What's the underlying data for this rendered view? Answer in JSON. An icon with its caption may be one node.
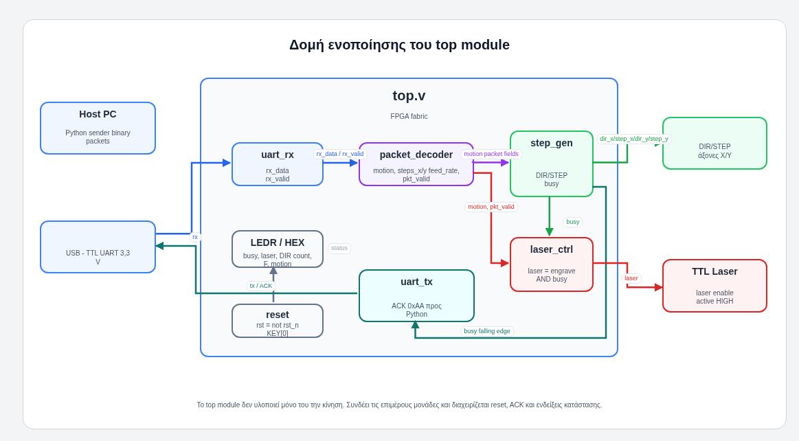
{
  "diagram": {
    "title": "Δομή ενοποίησης του top module",
    "caption": "Το top module δεν υλοποιεί μόνο του την κίνηση. Συνδέει τις επιμέρους μονάδες και διαχειρίζεται reset, ACK και ενδείξεις κατάστασης.",
    "nodes": [
      {
        "text": [
          "Host PC",
          "Python sender binary packets"
        ]
      },
      {
        "text": [
          "USB - TTL UART 3,3 V"
        ]
      },
      {
        "text": [
          "top.v",
          "FPGA fabric"
        ]
      },
      {
        "text": [
          "uart_rx",
          "rx_data rx_valid"
        ],
        "in": 2
      },
      {
        "text": [
          "packet_decoder",
          "motion, steps_x/y feed_rate, pkt_valid"
        ],
        "in": 2
      },
      {
        "text": [
          "step_gen",
          "DIR/STEP busy"
        ],
        "in": 2
      },
      {
        "text": [
          "LEDR / HEX",
          "busy, laser, DIR count, F, motion"
        ],
        "in": 2,
        "beside": [
          "status"
        ]
      },
      {
        "text": [
          "laser_ctrl",
          "laser = engrave AND busy"
        ],
        "in": 2
      },
      {
        "text": [
          "reset",
          "rst = not rst_n KEY[0]"
        ],
        "in": 2
      },
      {
        "text": [
          "uart_tx",
          "ACK 0xAA προς Python"
        ],
        "in": 2
      },
      {
        "text": [
          "DIR/STEP άξονες X/Y"
        ]
      },
      {
        "text": [
          "TTL Laser",
          "laser enable active HIGH"
        ]
      }
    ],
    "edges": [
      {
        "from": 1,
        "to": 3,
        "arrow": "to",
        "label": "rx",
        "color": "#2563eb"
      },
      {
        "from": 3,
        "to": 4,
        "arrow": "to",
        "label": "rx_data / rx_valid",
        "color": "#2563eb"
      },
      {
        "from": 4,
        "to": 5,
        "arrow": "to",
        "label": "motion packet fields",
        "color": "#9333ea"
      },
      {
        "from": 4,
        "to": 7,
        "arrow": "to",
        "label": "motion, pkt_valid",
        "color": "#dc2626"
      },
      {
        "from": 5,
        "to": 10,
        "arrow": "to",
        "label": "dir_x/step_x/dir_y/step_y",
        "color": "#16a34a"
      },
      {
        "from": 5,
        "to": 7,
        "arrow": "to",
        "label": "busy",
        "color": "#16a34a"
      },
      {
        "from": 5,
        "to": 9,
        "arrow": "to",
        "label": "busy falling edge",
        "color": "#0f766e"
      },
      {
        "from": 7,
        "to": 11,
        "arrow": "to",
        "label": "laser",
        "color": "#dc2626"
      },
      {
        "from": 8,
        "to": 6,
        "arrow": "to",
        "color": "#64748b"
      },
      {
        "from": 9,
        "to": 1,
        "arrow": "to",
        "label": "tx / ACK",
        "color": "#0f766e"
      }
    ]
  }
}
